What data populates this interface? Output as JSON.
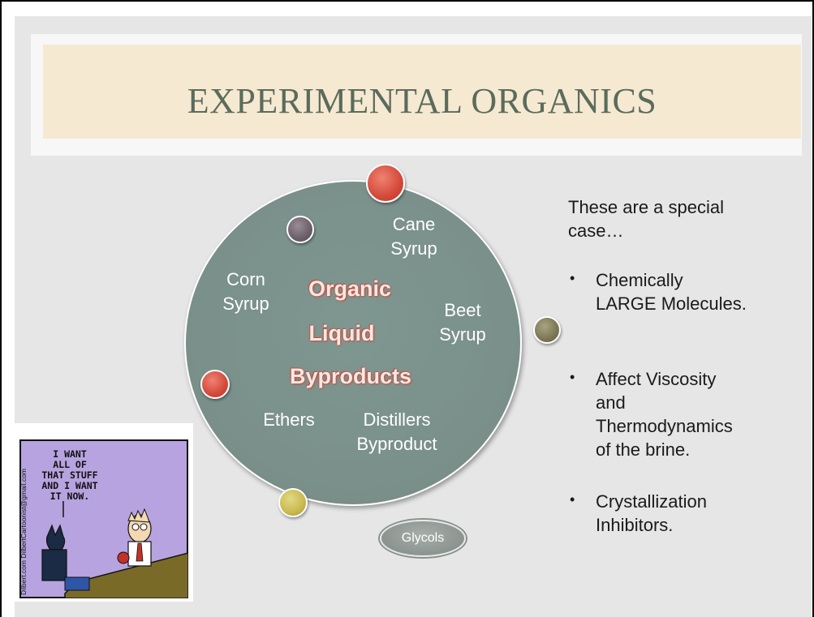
{
  "slide": {
    "title": "EXPERIMENTAL ORGANICS"
  },
  "diagram": {
    "center": {
      "line1": "Organic",
      "line2": "Liquid",
      "line3": "Byproducts"
    },
    "labels": {
      "cane": "Cane\nSyrup",
      "corn": "Corn\nSyrup",
      "beet": "Beet\nSyrup",
      "ethers": "Ethers",
      "distillers": "Distillers\nByproduct"
    },
    "glycols": "Glycols",
    "dot_colors": {
      "red": "#d4493a",
      "purple": "#6b5f69",
      "olive": "#7b7755",
      "yellow": "#c9b94e"
    }
  },
  "right": {
    "intro": "These are a special\ncase…",
    "bullets": [
      "Chemically\nLARGE Molecules.",
      "Affect Viscosity\nand\nThermodynamics\nof the brine.",
      "Crystallization\nInhibitors."
    ]
  },
  "cartoon": {
    "speech": "I WANT\nALL OF\nTHAT STUFF\nAND I WANT\nIT NOW.",
    "credit": "Dilbert.com   DilbertCartoonist@gmail.com"
  }
}
